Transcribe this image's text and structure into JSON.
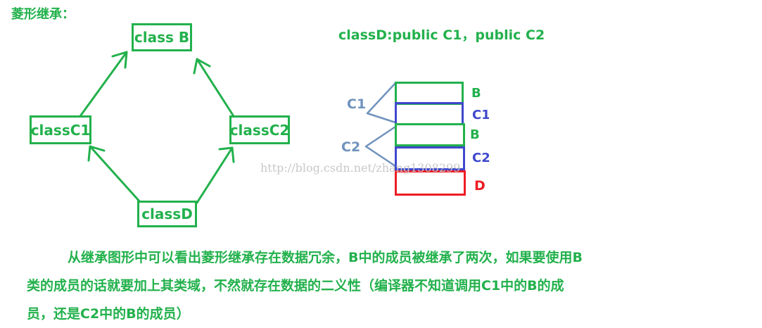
{
  "title": "菱形继承：",
  "declaration": "classD:public C1，public C2",
  "nodes": {
    "class_b": "class B",
    "class_c1": "classC1",
    "class_c2": "classC2",
    "class_d": "classD"
  },
  "layout_labels": {
    "c1_brace": "C1",
    "c2_brace": "C2",
    "b1": "B",
    "c1_part": "C1",
    "b2": "B",
    "c2_part": "C2",
    "d_part": "D"
  },
  "watermark": "http://blog.csdn.net/zhang1308299",
  "explanation": [
    "从继承图形中可以看出菱形继承存在数据冗余，B中的成员被继承了两次，如果要使用B",
    "类的成员的话就要加上其类域，不然就存在数据的二义性（编译器不知道调用C1中的B的成",
    "员，还是C2中的B的成员）"
  ],
  "colors": {
    "green": "#22b14c",
    "blue": "#3f48cc",
    "red": "#ed1c24",
    "slate": "#7092be"
  }
}
